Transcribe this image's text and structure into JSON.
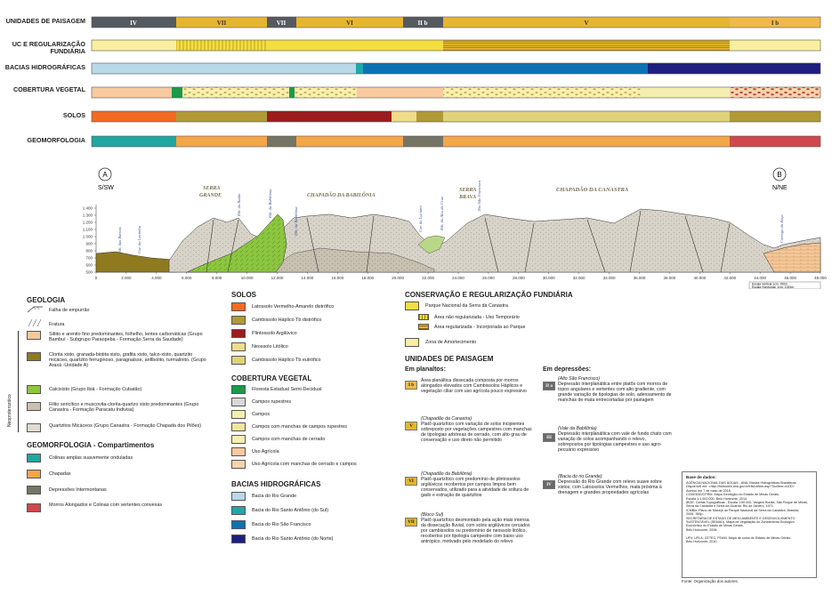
{
  "rows": [
    {
      "label": "UNIDADES DE PAISAGEM"
    },
    {
      "label": "UC E REGULARIZAÇÃO FUNDIÁRIA"
    },
    {
      "label": "BACIAS HIDROGRÁFICAS"
    },
    {
      "label": "COBERTURA VEGETAL"
    },
    {
      "label": "SOLOS"
    },
    {
      "label": "GEOMORFOLOGIA"
    }
  ],
  "units_strip": [
    "IV",
    "VII",
    "VII",
    "VI",
    "II b",
    "V",
    "I b"
  ],
  "profile": {
    "point_a": "A",
    "point_b": "B",
    "dir_left": "S/SW",
    "dir_right": "N/NE",
    "y_ticks": [
      "1.400",
      "1.300",
      "1.200",
      "1.100",
      "1.000",
      "900",
      "800",
      "700",
      "600",
      "500"
    ],
    "x_ticks": [
      "0",
      "2.000",
      "4.000",
      "6.000",
      "8.000",
      "10.000",
      "12.000",
      "14.000",
      "16.000",
      "18.000",
      "20.000",
      "22.000",
      "24.000",
      "26.000",
      "28.000",
      "30.000",
      "32.000",
      "34.000",
      "36.000",
      "38.000",
      "40.000",
      "42.000",
      "44.000",
      "46.000",
      "48.000"
    ],
    "names": [
      {
        "text": "SERRA",
        "size": 6
      },
      {
        "text": "GRANDE",
        "size": 6
      },
      {
        "text": "CHAPADÃO DA BABILÔNIA",
        "size": 6
      },
      {
        "text": "SERRA",
        "size": 6
      },
      {
        "text": "BRAVA",
        "size": 6
      },
      {
        "text": "CHAPADÃO DA CANASTRA",
        "size": 6.5
      }
    ],
    "streams": [
      "Rib. das Batrias",
      "Cor. da Lentinha",
      "Rib. do Ratão",
      "Rib. da Babilônia",
      "Rib. da Babilônia",
      "Cor. do Luciano",
      "Rib. do Alto da Cruz",
      "Rio São Francisco",
      "Córrego da Roça"
    ],
    "scale": [
      "Escala Vertical 1cm: 250m",
      "Escala Horizontal: 1cm: 1333m"
    ]
  },
  "geologia": {
    "title": "GEOLOGIA",
    "side_label": "Neoproterozóico",
    "lines": [
      {
        "icon": "thrust-icon",
        "text": "Falha de empurrão"
      },
      {
        "icon": "fracture-icon",
        "text": "Fratura"
      }
    ],
    "items": [
      {
        "color": "#f5c89a",
        "text": "Siltito e arenito fino predominantes, folhelho, lentes carbonáticas (Grupo Bambuí - Subgrupo Paraopeba - Formação Serra da Saudade)"
      },
      {
        "color": "#8f7a20",
        "text": "Clorita xisto, granada-biotita xisto, grafita xisto, talco-xisto, quartzito micáceo, quartzito ferruginoso, paragnaisse, anfibolito, turmalinito. (Grupo Araxá -Unidade A)"
      },
      {
        "color": "#8cc63f",
        "text": "Calcixisto (Grupo Ibiá - Formação Cubatão)"
      },
      {
        "color": "#c8c0b0",
        "text": "Filito sericítico e muscovita-clorita-quartzo xisto predominantes (Grupo Canastra - Formação Paracatu Indivisa)"
      },
      {
        "color": "#e0dcd2",
        "text": "Quartzitos Micáceos (Grupo Canastra - Formação Chapada dos Pilões)"
      }
    ]
  },
  "geomorf": {
    "title": "GEOMORFOLOGIA - Compartimentos",
    "items": [
      {
        "color": "#1fa7a0",
        "text": "Colinas amplas suavemente onduladas"
      },
      {
        "color": "#f4a64a",
        "text": "Chapadas"
      },
      {
        "color": "#757565",
        "text": "Depressões Intermontanas"
      },
      {
        "color": "#d0474e",
        "text": "Morros Alongados e Colinas com vertentes convexas"
      }
    ]
  },
  "solos": {
    "title": "SOLOS",
    "items": [
      {
        "color": "#f26b22",
        "text": "Latossolo Vermelho-Amarelo distrófico"
      },
      {
        "color": "#b09a38",
        "text": "Cambissolo Háplico Tb distrófico"
      },
      {
        "color": "#9b1b1e",
        "text": "Plintossolo Argilúvico"
      },
      {
        "color": "#f0dc8a",
        "text": "Neossolo Litólico"
      },
      {
        "color": "#dfd27a",
        "text": "Cambissolo Háplico Tb eutrófico"
      }
    ]
  },
  "vegetacao": {
    "title": "COBERTURA VEGETAL",
    "items": [
      {
        "color": "#1a9a4a",
        "text": "Floresta Estadual Semi-Decidual"
      },
      {
        "color": "#d8d8d8",
        "text": "Campos rupestres"
      },
      {
        "color": "#f3eeb0",
        "text": "Campos"
      },
      {
        "color": "#efe6a0",
        "text": "Campos com manchas de campos rupestres"
      },
      {
        "color": "#f7f0b0",
        "text": "Campos com manchas de cerrado"
      },
      {
        "color": "#f9c9a0",
        "text": "Uso Agrícola"
      },
      {
        "color": "#f7d3b0",
        "text": "Uso Agrícola com manchas de cerrado e campos"
      }
    ]
  },
  "bacias": {
    "title": "BACIAS HIDROGRÁFICAS",
    "items": [
      {
        "color": "#b9d8e8",
        "text": "Bacia do Rio Grande"
      },
      {
        "color": "#20a8a8",
        "text": "Bacia do Rio Santo Antônio (do Sul)"
      },
      {
        "color": "#0c73b3",
        "text": "Bacia do Rio São Francisco"
      },
      {
        "color": "#1f1f80",
        "text": "Bacia do Rio Santo Antônio (do Norte)"
      }
    ]
  },
  "conservacao": {
    "title": "CONSERVAÇÃO E REGULARIZAÇÃO FUNDIÁRIA",
    "items": [
      {
        "color": "#f3de3f",
        "text": "Parque Nacional da Serra da Canastra"
      },
      {
        "color": "#9a7c10",
        "text": "Área não regularizada - Uso Temporário"
      },
      {
        "color": "#e6b530",
        "text": "Área regularizada - Incorporada ao Parque"
      },
      {
        "color": "#f8f0a0",
        "text": "Zona de Amortecimento"
      }
    ]
  },
  "unidades": {
    "title": "UNIDADES DE PAISAGEM",
    "planaltos_title": "Em planaltos:",
    "depressoes_title": "Em depressões:",
    "planaltos": [
      {
        "badge": "I b",
        "color": "#f0b94a",
        "name": "",
        "text": "Área planáltica dissecada composta por morros alongados elevados com Cambissolos Háplicos e vegetação ciliar com uso agrícola pouco expressivo"
      },
      {
        "badge": "V",
        "color": "#e6b530",
        "name": "(Chapadão da Canastra)",
        "text": "Platô quartzítico com variação de solos incipientes sobreposto por vegetações campestres com manchas de tipologias arbóreas de cerrado, com alto grau de conservação e uso direto não permitido"
      },
      {
        "badge": "VI",
        "color": "#e6b530",
        "name": "(Chapadão da Babilônia)",
        "text": "Platô quartzítico com predomínio de plintossolos argilúvicos recobertos por campos limpos bem conservados, utilizado para a atividade de soltura de gado e extração de quartzitos"
      },
      {
        "badge": "VII",
        "color": "#e6b530",
        "name": "(Bloco Sul)",
        "text": "Platô quartzítico desmontado pela ação mais intensa da dissecação fluvial, com solos argilúvicos cercados por cambissolos ou predomínio de neossolo litólico, recobertos por tipologia campestre com baixo uso antrópico, motivado pelo modelado do relevo"
      }
    ],
    "depressoes": [
      {
        "badge": "II a",
        "color": "#6a6a6a",
        "name": "(Alto São Francisco)",
        "text": "Depressão interplanáltica entre platôs com morros de topos angulares e vertentes com alto gradiente, com grande variação de tipologias de solo, adensamento de manchas de mata entrecortadas por pastagem"
      },
      {
        "badge": "III",
        "color": "#6a6a6a",
        "name": "(Vale da Babilônia)",
        "text": "Depressão interplanáltica com vale de fundo chato com variação de solos acompanhando o relevo, sobrepostos por tipologias campestres e uso agro-pecuário expressivo"
      },
      {
        "badge": "IV",
        "color": "#6a6a6a",
        "name": "(Bacia do rio Grande)",
        "text": "Depressão do Rio Grande com relevo suave sobre xistos, com Latossolos Vermelhos, mata próxima à drenagem e grandes propriedades agrícolas"
      }
    ]
  },
  "fontes": {
    "title": "Base de dados:",
    "lines": [
      "AGÊNCIA NACIONAL DAS ÁGUAS - ANA. Bacias Hidrográficas Brasileiras.",
      "Disponível em: <http://hidroweb.ana.gov.br/HidroWeb.asp?TocItem=4100>",
      "Acesso em 7 de maio de 2015.",
      "CODEMIG/CPRM. Mapa Geológico do Estado de Minas Gerais.",
      "Escala 1:1.000.000. Belo Horizonte, 2014.",
      "IBGE. Cartas Topográficas - Escala 1:50.000. Vargem Bonita, São Roque de Minas,",
      "Serra da Canastra e Serra da Guarda. Rio de Janeiro, 1971.",
      "ICMBio. Plano de Manejo do Parque Nacional da Serra da Canastra. Brasília,",
      "2005. 785p.",
      "SECRETARIA DE ESTADO DE MEIO AMBIENTE E DESENVOLVIMENTO",
      "SUSTENTÁVEL (SEMAD). Mapa de Vegetação do Zoneamento Ecológico",
      "Econômico do Estado de Minas Gerais.",
      "Belo Horizonte, 2008.",
      "",
      "UFV; UFLA; CETEC; FEAM. Mapa de solos do Estado de Minas Gerais.",
      "Belo Horizonte, 2010."
    ],
    "footer": "Fonte: Organização dos autores."
  }
}
